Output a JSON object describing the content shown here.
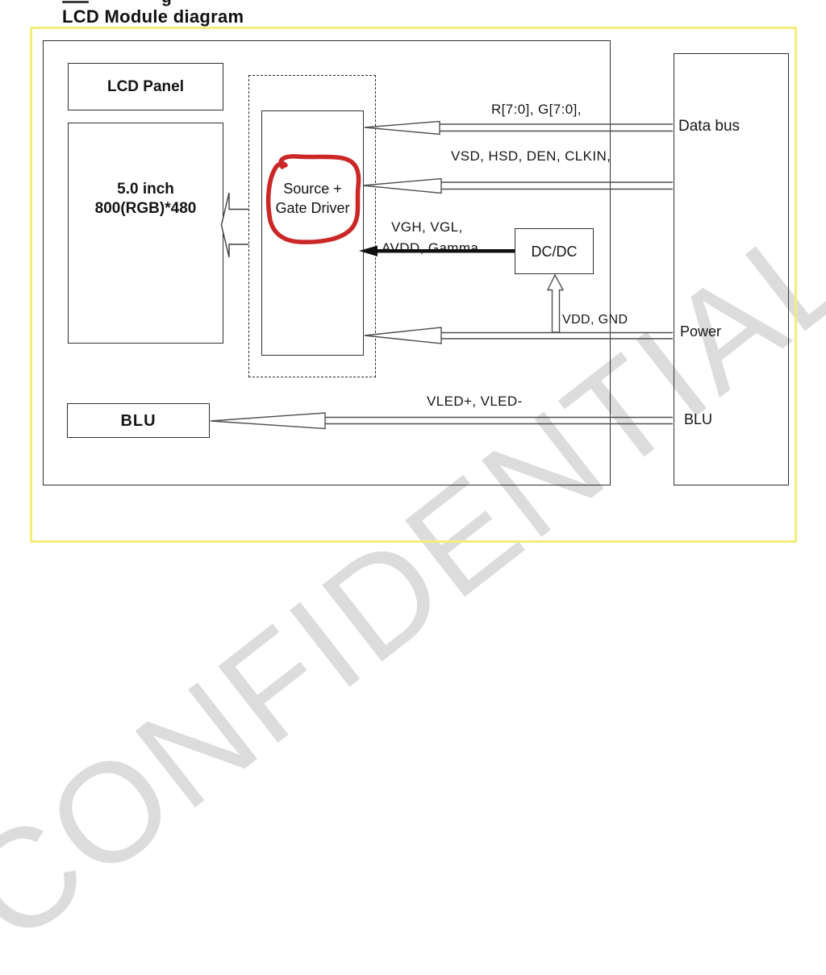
{
  "page": {
    "title": "LCD Module diagram",
    "top_fragment": "g"
  },
  "boxes": {
    "lcd_panel": "LCD Panel",
    "panel_size_line1": "5.0 inch",
    "panel_size_line2": "800(RGB)*480",
    "driver_line1": "Source +",
    "driver_line2": "Gate Driver",
    "dcdc": "DC/DC",
    "blu": "BLU"
  },
  "interface_box": {
    "data_bus": "Data bus",
    "power": "Power",
    "blu": "BLU"
  },
  "signals": {
    "rgb": "R[7:0]、G[7:0]、",
    "control": "VSD、HSD、DEN、CLKIN、",
    "gate_power_line1": "VGH、VGL、",
    "gate_power_line2": "AVDD、Gamma",
    "power": "VDD、GND",
    "backlight": "VLED+、VLED-"
  },
  "watermark": "CONFIDENTIAL",
  "colors": {
    "frame_yellow": "#f3ee7a",
    "annotation_red": "#cb2727",
    "connector_gray": "#4f4f4f",
    "box_border": "#2f2f2f",
    "watermark_gray": "#dcdcdc"
  }
}
